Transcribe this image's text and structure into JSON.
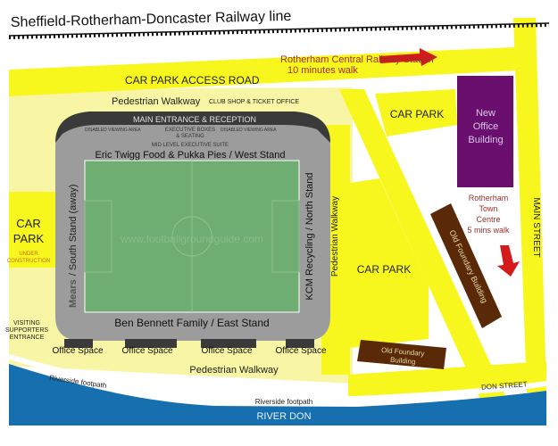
{
  "railway": {
    "label": "Sheffield-Rotherham-Doncaster Railway line"
  },
  "station": {
    "line1": "Rotherham Central Railway Station",
    "line2": "10 minutes walk"
  },
  "roads": {
    "car_park_access": "CAR PARK ACCESS ROAD",
    "main_street": "MAIN STREET",
    "don_street": "DON STREET"
  },
  "walkways": {
    "top": "Pedestrian Walkway",
    "right": "Pedestrian Walkway",
    "bottom": "Pedestrian Walkway",
    "riverside_left": "Riverside footpath",
    "riverside_center": "Riverside footpath"
  },
  "river": {
    "label": "RIVER DON"
  },
  "stadium": {
    "club_shop": "CLUB SHOP & TICKET OFFICE",
    "main_entrance": "MAIN ENTRANCE & RECEPTION",
    "disabled_left": "DISABLED VIEWING AREA",
    "disabled_right": "DISABLED VIEWING AREA",
    "exec_boxes_1": "EXECUTIVE BOXES",
    "exec_boxes_2": "& SEATING",
    "mid_level": "MID LEVEL EXECUTIVE SUITE",
    "west_stand": "Eric Twigg Food & Pukka Pies / West Stand",
    "east_stand": "Ben Bennett Family / East Stand",
    "south_stand_a": "Mears",
    "south_stand_b": "/ South Stand  (away)",
    "north_stand": "KCM Recycling / North Stand",
    "watermark": "www.footballgroundguide.com",
    "office_spaces": [
      "Office Space",
      "Office Space",
      "Office Space",
      "Office Space"
    ]
  },
  "car_parks": {
    "left_1": "CAR",
    "left_2": "PARK",
    "left_note_1": "UNDER",
    "left_note_2": "CONSTRUCTION",
    "top_right": "CAR PARK",
    "middle_right": "CAR PARK"
  },
  "visiting": {
    "line1": "VISITING",
    "line2": "SUPPORTERS",
    "line3": "ENTRANCE"
  },
  "buildings": {
    "new_office_1": "New",
    "new_office_2": "Office",
    "new_office_3": "Building",
    "old_foundary_diag": "Old Foundary Building",
    "old_foundary_box_1": "Old Foundary",
    "old_foundary_box_2": "Building"
  },
  "town_centre": {
    "line1": "Rotherham",
    "line2": "Town",
    "line3": "Centre",
    "line4": "5 mins walk"
  },
  "colors": {
    "road": "#f7f71e",
    "ground": "#f8f6a4",
    "pitch": "#6fae72",
    "stand": "#9c9c9c",
    "river": "#1670b0",
    "purple": "#6a0f6e",
    "brown": "#5a2a08",
    "red": "#d41a1a"
  }
}
